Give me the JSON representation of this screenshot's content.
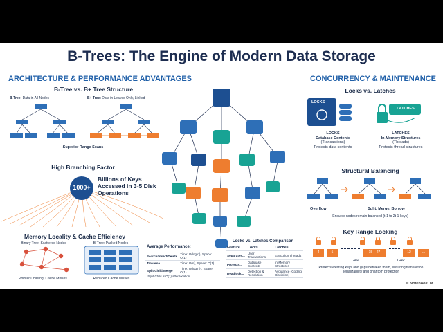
{
  "title": "B-Trees: The Engine of Modern Data Storage",
  "left_section": "ARCHITECTURE & PERFORMANCE ADVANTAGES",
  "right_section": "CONCURRENCY & MAINTENANCE",
  "btree_compare": {
    "heading": "B-Tree vs. B+ Tree Structure",
    "btree_label": "B-Tree:",
    "btree_desc": "Data in All Nodes",
    "bplus_label": "B+ Tree:",
    "bplus_desc": "Data in Leaves Only, Linked",
    "caption": "Superior Range Scans"
  },
  "branching": {
    "heading": "High Branching Factor",
    "badge": "1000+",
    "text": "Billions of Keys Accessed in 3-5 Disk Operations"
  },
  "memory": {
    "heading": "Memory Locality & Cache Efficiency",
    "binary_label": "Binary Tree: Scattered Nodes",
    "binary_caption": "Pointer Chasing, Cache Misses",
    "btree_label": "B-Tree: Packed Nodes",
    "btree_caption": "Reduced Cache Misses"
  },
  "performance": {
    "heading": "Average Performance:",
    "rows": [
      {
        "op": "Search/Insert/Delete",
        "cost": "Time: O(log n), Space: O(1)"
      },
      {
        "op": "Traverse",
        "cost": "Time: O(n), Space: O(1)"
      },
      {
        "op": "Split Child/Merge",
        "cost": "Time: O(log n)*, Space: O(1)"
      }
    ],
    "note": "*Split Child is O(1) after location."
  },
  "comparison": {
    "heading": "Locks vs. Latches Comparison",
    "headers": [
      "Feature",
      "Locks",
      "Latches"
    ],
    "rows": [
      [
        "Separates...",
        "User Transactions",
        "Execution Threads"
      ],
      [
        "Protects...",
        "Database Contents",
        "In-Memory Structures"
      ],
      [
        "Deadlock...",
        "Detection & Resolution",
        "Avoidance (Coding Discipline)"
      ]
    ]
  },
  "locks_latches": {
    "heading": "Locks vs. Latches",
    "locks_badge": "LOCKS",
    "locks_title": "LOCKS",
    "locks_sub1": "Database Contents",
    "locks_sub2": "(Transactions)",
    "locks_desc": "Protects data contents",
    "latches_badge": "LATCHES",
    "latches_title": "LATCHES",
    "latches_sub1": "In-Memory Structures",
    "latches_sub2": "(Threads)",
    "latches_desc": "Protects thread structures"
  },
  "balancing": {
    "heading": "Structural Balancing",
    "overflow": "Overflow",
    "smb": "Split, Merge, Borrow",
    "caption": "Ensures nodes remain balanced (t-1 to 2t-1 keys)"
  },
  "keyrange": {
    "heading": "Key Range Locking",
    "keys": [
      "4",
      "5",
      "15 – 27",
      "12",
      "..."
    ],
    "gap1": "GAP",
    "gap2": "GAP",
    "caption": "Protects existing keys and gaps between them, ensuring transaction serializability and phantom protection"
  },
  "watermark": "NotebookLM",
  "colors": {
    "blue": "#2e6fb7",
    "orange": "#ee7d2f",
    "teal": "#18a394",
    "navy": "#1d2d50"
  }
}
